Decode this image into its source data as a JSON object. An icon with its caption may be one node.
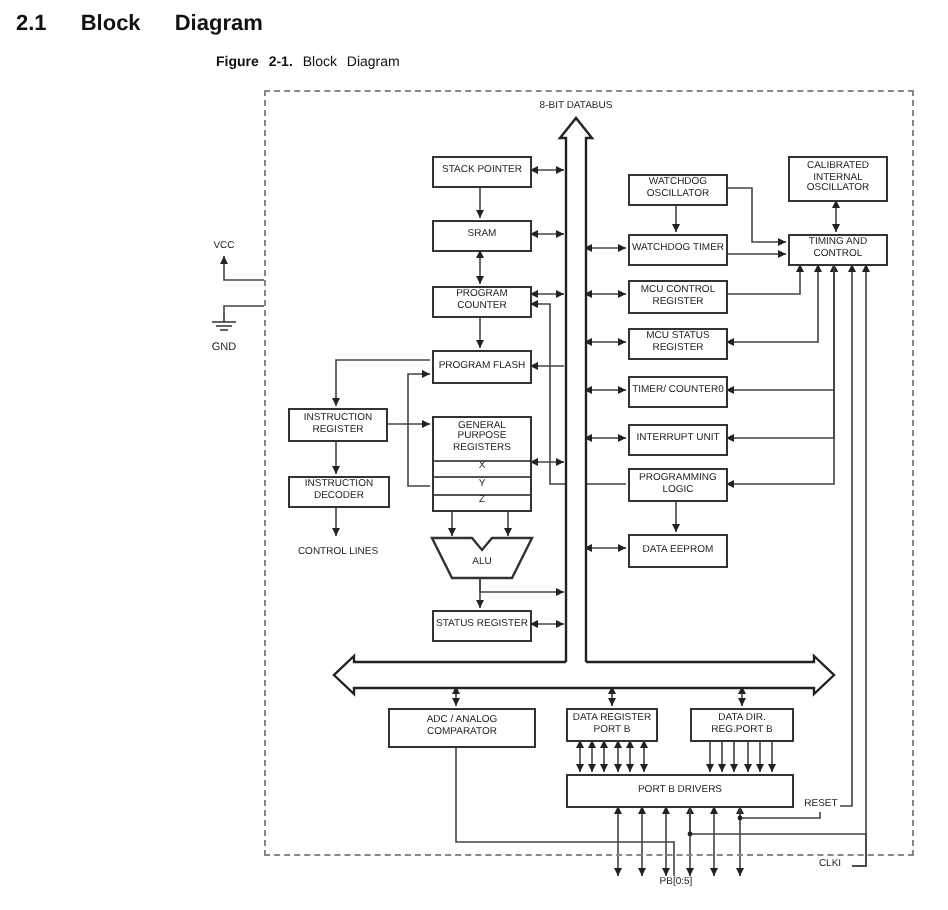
{
  "diagram": {
    "title": "2.1 Block Diagram",
    "caption": "**Figure 2-1.** Block Diagram",
    "nodes": [
      {
        "text": [],
        "shape": "box"
      },
      {
        "text": [],
        "shape": "bar",
        "beside": [
          "8-BIT DATABUS"
        ],
        "in": 0
      },
      {
        "text": [],
        "shape": "bar",
        "in": 0
      },
      {
        "text": [
          "STACK POINTER"
        ],
        "in": 0
      },
      {
        "text": [
          "SRAM"
        ],
        "in": 0
      },
      {
        "text": [
          "PROGRAM COUNTER"
        ],
        "in": 0
      },
      {
        "text": [
          "PROGRAM FLASH"
        ],
        "in": 0
      },
      {
        "text": [
          "INSTRUCTION REGISTER"
        ],
        "in": 0
      },
      {
        "text": [
          "GENERAL PURPOSE REGISTERS",
          "X",
          "Y",
          "Z"
        ],
        "in": 0
      },
      {
        "text": [
          "INSTRUCTION DECODER"
        ],
        "in": 0
      },
      {
        "text": [
          "CONTROL LINES"
        ],
        "in": 0
      },
      {
        "text": [
          "ALU"
        ],
        "in": 0
      },
      {
        "text": [
          "STATUS REGISTER"
        ],
        "in": 0
      },
      {
        "text": [
          "WATCHDOG OSCILLATOR"
        ],
        "in": 0
      },
      {
        "text": [
          "CALIBRATED INTERNAL OSCILLATOR"
        ],
        "in": 0
      },
      {
        "text": [
          "WATCHDOG TIMER"
        ],
        "in": 0
      },
      {
        "text": [
          "TIMING AND CONTROL"
        ],
        "in": 0
      },
      {
        "text": [
          "MCU CONTROL REGISTER"
        ],
        "in": 0
      },
      {
        "text": [
          "MCU STATUS REGISTER"
        ],
        "in": 0
      },
      {
        "text": [
          "TIMER/ COUNTER0"
        ],
        "in": 0
      },
      {
        "text": [
          "INTERRUPT UNIT"
        ],
        "in": 0
      },
      {
        "text": [
          "PROGRAMMING LOGIC"
        ],
        "in": 0
      },
      {
        "text": [
          "DATA EEPROM"
        ],
        "in": 0
      },
      {
        "text": [
          "ADC / ANALOG COMPARATOR"
        ],
        "in": 0
      },
      {
        "text": [
          "DATA REGISTER PORT B"
        ],
        "in": 0
      },
      {
        "text": [
          "DATA DIR. REG.PORT B"
        ],
        "in": 0
      },
      {
        "text": [
          "PORT B DRIVERS"
        ],
        "in": 0
      },
      {
        "text": [
          "RESET"
        ],
        "in": 0
      },
      {
        "text": [
          "CLKI"
        ]
      },
      {
        "text": [
          "VCC"
        ]
      },
      {
        "text": [
          "GND"
        ]
      },
      {
        "text": [
          "PB[0:5]"
        ]
      }
    ],
    "edges": [
      {
        "from": 3,
        "to": 1,
        "arrow": "both"
      },
      {
        "from": 4,
        "to": 1,
        "arrow": "both"
      },
      {
        "from": 5,
        "to": 1,
        "arrow": "both"
      },
      {
        "from": 1,
        "to": 6,
        "arrow": "to"
      },
      {
        "from": 8,
        "to": 1,
        "arrow": "both"
      },
      {
        "from": 12,
        "to": 1,
        "arrow": "both"
      },
      {
        "from": 11,
        "to": 1,
        "arrow": "to"
      },
      {
        "from": 11,
        "to": 12,
        "arrow": "to"
      },
      {
        "from": 8,
        "to": 11,
        "arrow": "to"
      },
      {
        "from": 8,
        "to": 11,
        "arrow": "to"
      },
      {
        "from": 3,
        "to": 4,
        "arrow": "to"
      },
      {
        "from": 4,
        "to": 5,
        "arrow": "both"
      },
      {
        "from": 5,
        "to": 6,
        "arrow": "to"
      },
      {
        "from": 6,
        "to": 7,
        "arrow": "to"
      },
      {
        "from": 7,
        "to": 8,
        "arrow": "to"
      },
      {
        "from": 8,
        "to": 6,
        "arrow": "to"
      },
      {
        "from": 7,
        "to": 9,
        "arrow": "to"
      },
      {
        "from": 9,
        "to": 10,
        "arrow": "to"
      },
      {
        "from": 21,
        "to": 5,
        "arrow": "to"
      },
      {
        "from": 15,
        "to": 1,
        "arrow": "both"
      },
      {
        "from": 17,
        "to": 1,
        "arrow": "both"
      },
      {
        "from": 18,
        "to": 1,
        "arrow": "both"
      },
      {
        "from": 19,
        "to": 1,
        "arrow": "both"
      },
      {
        "from": 20,
        "to": 1,
        "arrow": "both"
      },
      {
        "from": 22,
        "to": 1,
        "arrow": "both"
      },
      {
        "from": 13,
        "to": 15,
        "arrow": "to"
      },
      {
        "from": 13,
        "to": 16,
        "arrow": "to"
      },
      {
        "from": 15,
        "to": 16,
        "arrow": "to"
      },
      {
        "from": 14,
        "to": 16,
        "arrow": "both"
      },
      {
        "from": 17,
        "to": 16,
        "arrow": "to"
      },
      {
        "from": 18,
        "to": 16,
        "arrow": "both"
      },
      {
        "from": 19,
        "to": 16,
        "arrow": "both"
      },
      {
        "from": 20,
        "to": 16,
        "arrow": "both"
      },
      {
        "from": 16,
        "to": 21,
        "arrow": "to"
      },
      {
        "from": 21,
        "to": 22,
        "arrow": "to"
      },
      {
        "from": 27,
        "to": 16,
        "arrow": "to"
      },
      {
        "from": 28,
        "to": 16,
        "arrow": "to"
      },
      {
        "from": 0,
        "to": 29,
        "arrow": "to"
      },
      {
        "from": 0,
        "to": 30,
        "arrow": "none"
      },
      {
        "from": 23,
        "to": 2,
        "arrow": "both"
      },
      {
        "from": 24,
        "to": 2,
        "arrow": "both"
      },
      {
        "from": 25,
        "to": 2,
        "arrow": "both"
      },
      {
        "from": 24,
        "to": 26,
        "arrow": "both"
      },
      {
        "from": 24,
        "to": 26,
        "arrow": "both"
      },
      {
        "from": 24,
        "to": 26,
        "arrow": "both"
      },
      {
        "from": 24,
        "to": 26,
        "arrow": "both"
      },
      {
        "from": 24,
        "to": 26,
        "arrow": "both"
      },
      {
        "from": 24,
        "to": 26,
        "arrow": "both"
      },
      {
        "from": 25,
        "to": 26,
        "arrow": "to"
      },
      {
        "from": 25,
        "to": 26,
        "arrow": "to"
      },
      {
        "from": 25,
        "to": 26,
        "arrow": "to"
      },
      {
        "from": 25,
        "to": 26,
        "arrow": "to"
      },
      {
        "from": 25,
        "to": 26,
        "arrow": "to"
      },
      {
        "from": 25,
        "to": 26,
        "arrow": "to"
      },
      {
        "from": 26,
        "to": 31,
        "arrow": "both"
      },
      {
        "from": 26,
        "to": 31,
        "arrow": "both"
      },
      {
        "from": 26,
        "to": 31,
        "arrow": "both"
      },
      {
        "from": 26,
        "to": 31,
        "arrow": "both"
      },
      {
        "from": 26,
        "to": 31,
        "arrow": "both"
      },
      {
        "from": 26,
        "to": 31,
        "arrow": "both"
      },
      {
        "from": 23,
        "to": 31,
        "arrow": "none"
      },
      {
        "from": 27,
        "to": 26,
        "arrow": "none"
      },
      {
        "from": 28,
        "to": 26,
        "arrow": "none"
      }
    ]
  }
}
